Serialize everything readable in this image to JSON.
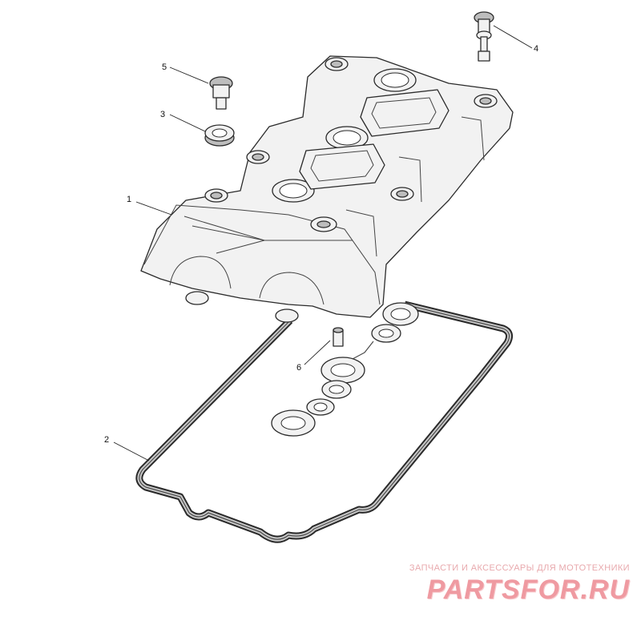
{
  "callouts": [
    {
      "id": "1",
      "label": "1"
    },
    {
      "id": "2",
      "label": "2"
    },
    {
      "id": "3",
      "label": "3"
    },
    {
      "id": "4",
      "label": "4"
    },
    {
      "id": "5",
      "label": "5"
    },
    {
      "id": "6",
      "label": "6"
    }
  ],
  "watermark": {
    "tagline": "ЗАПЧАСТИ И АКСЕССУАРЫ ДЛЯ МОТОТЕХНИКИ",
    "logo": "PARTSFOR.RU"
  },
  "colors": {
    "line": "#2a2a2a",
    "part_fill": "#f2f2f2",
    "watermark": "#ef9aa1"
  }
}
